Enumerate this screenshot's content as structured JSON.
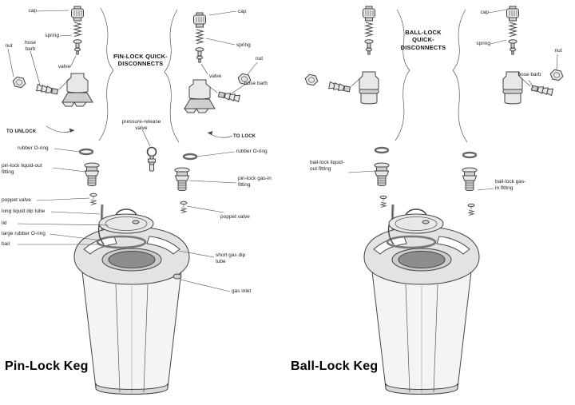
{
  "pinlock": {
    "header": "PIN-LOCK QUICK-DISCONNECTS",
    "keg_title": "Pin-Lock Keg",
    "labels": {
      "cap_left": "cap",
      "spring_left": "spring",
      "nut_left": "nut",
      "hose_barb_left": "hose barb",
      "valve_left": "valve",
      "cap_right": "cap",
      "spring_right": "spring",
      "nut_right": "nut",
      "valve_right": "valve",
      "hose_barb_right": "hose barb",
      "to_unlock": "TO UNLOCK",
      "to_lock": "TO LOCK",
      "rubber_oring_left": "rubber O-ring",
      "rubber_oring_right": "rubber O-ring",
      "liquid_out_fitting": "pin-lock liquid-out fitting",
      "gas_in_fitting": "pin-lock gas-in fitting",
      "poppet_valve_left": "poppet valve",
      "poppet_valve_right": "poppet valve",
      "long_liquid_dip_tube": "long liquid dip tube",
      "lid": "lid",
      "large_rubber_oring": "large rubber O-ring",
      "bail": "bail",
      "pressure_release_valve": "pressure-release valve",
      "short_gas_dip_tube": "short gas dip tube",
      "gas_inlet": "gas inlet"
    }
  },
  "balllock": {
    "header": "BALL-LOCK QUICK-DISCONNECTS",
    "keg_title": "Ball-Lock Keg",
    "labels": {
      "cap": "cap",
      "spring": "spring",
      "nut": "nut",
      "hose_barb": "hose barb",
      "liquid_out_fitting": "ball-lock liquid-out fitting",
      "gas_in_fitting": "ball-lock gas-in fitting"
    }
  }
}
